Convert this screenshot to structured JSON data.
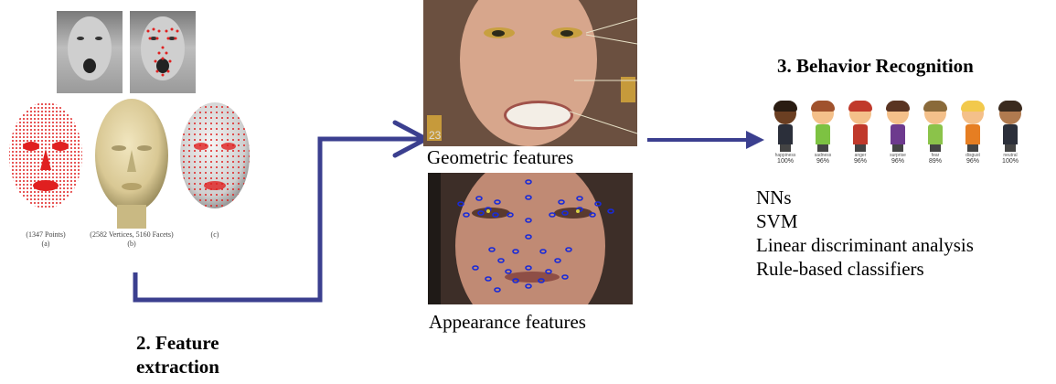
{
  "stage2": {
    "title_line1": "2. Feature",
    "title_line2": "extraction"
  },
  "stage3": {
    "title": "3. Behavior Recognition"
  },
  "model_captions": {
    "a_line1": "(1347 Points)",
    "a_line2": "(a)",
    "b_line1": "(2582 Vertices, 5160 Facets)",
    "b_line2": "(b)",
    "c_line1": "(c)"
  },
  "features": {
    "geometric": "Geometric features",
    "appearance": "Appearance features",
    "photo_corner_mark": "23"
  },
  "emotions": [
    {
      "name": "happiness",
      "pct": "100%",
      "hair": "#2a1c12",
      "body": "#2b2f3a",
      "skin": "#6b3f22"
    },
    {
      "name": "sadness",
      "pct": "96%",
      "hair": "#a0522d",
      "body": "#7dc242",
      "skin": "#f4c08a"
    },
    {
      "name": "anger",
      "pct": "96%",
      "hair": "#c0392b",
      "body": "#c0392b",
      "skin": "#f4c08a"
    },
    {
      "name": "surprise",
      "pct": "96%",
      "hair": "#5a3422",
      "body": "#6d3a8e",
      "skin": "#f4c08a"
    },
    {
      "name": "fear",
      "pct": "89%",
      "hair": "#8a6a3a",
      "body": "#8bc34a",
      "skin": "#f4c08a"
    },
    {
      "name": "disgust",
      "pct": "96%",
      "hair": "#f2c94c",
      "body": "#e67e22",
      "skin": "#f4c08a"
    },
    {
      "name": "neutral",
      "pct": "100%",
      "hair": "#3a2a1e",
      "body": "#2b2f3a",
      "skin": "#b07a4f"
    }
  ],
  "classifiers": [
    "NNs",
    "SVM",
    "Linear discriminant analysis",
    "Rule-based classifiers"
  ],
  "colors": {
    "arrow": "#3b3f8f",
    "mesh_red": "#e02020",
    "landmark_blue": "#1a2bd8"
  }
}
